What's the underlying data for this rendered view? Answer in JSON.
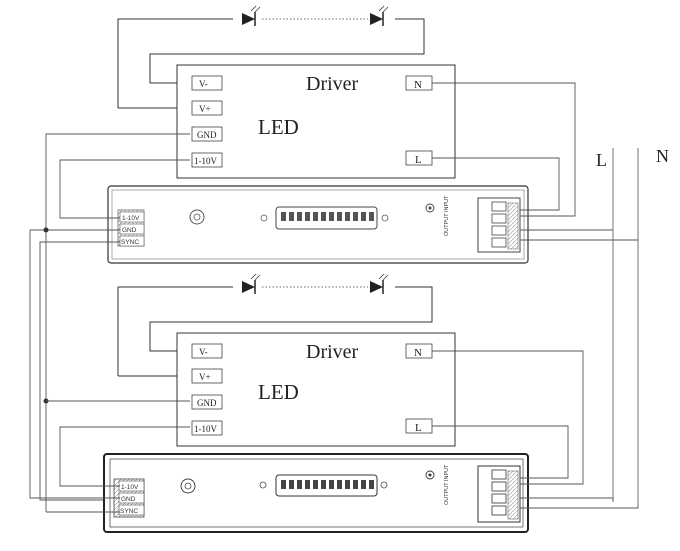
{
  "mains": {
    "line": "L",
    "neutral": "N"
  },
  "units": [
    {
      "driver_title": "Driver",
      "led_label": "LED",
      "driver_terms": {
        "vminus": "V-",
        "vplus": "V+",
        "gnd": "GND",
        "dim": "1-10V",
        "n": "N",
        "l": "L"
      },
      "module_terms": {
        "dim": "1-10V",
        "gnd": "GND",
        "sync": "SYNC"
      },
      "module_side_text": [
        "OUTPUT",
        "INPUT"
      ]
    },
    {
      "driver_title": "Driver",
      "led_label": "LED",
      "driver_terms": {
        "vminus": "V-",
        "vplus": "V+",
        "gnd": "GND",
        "dim": "1-10V",
        "n": "N",
        "l": "L"
      },
      "module_terms": {
        "dim": "1-10V",
        "gnd": "GND",
        "sync": "SYNC"
      },
      "module_side_text": [
        "OUTPUT",
        "INPUT"
      ]
    }
  ]
}
